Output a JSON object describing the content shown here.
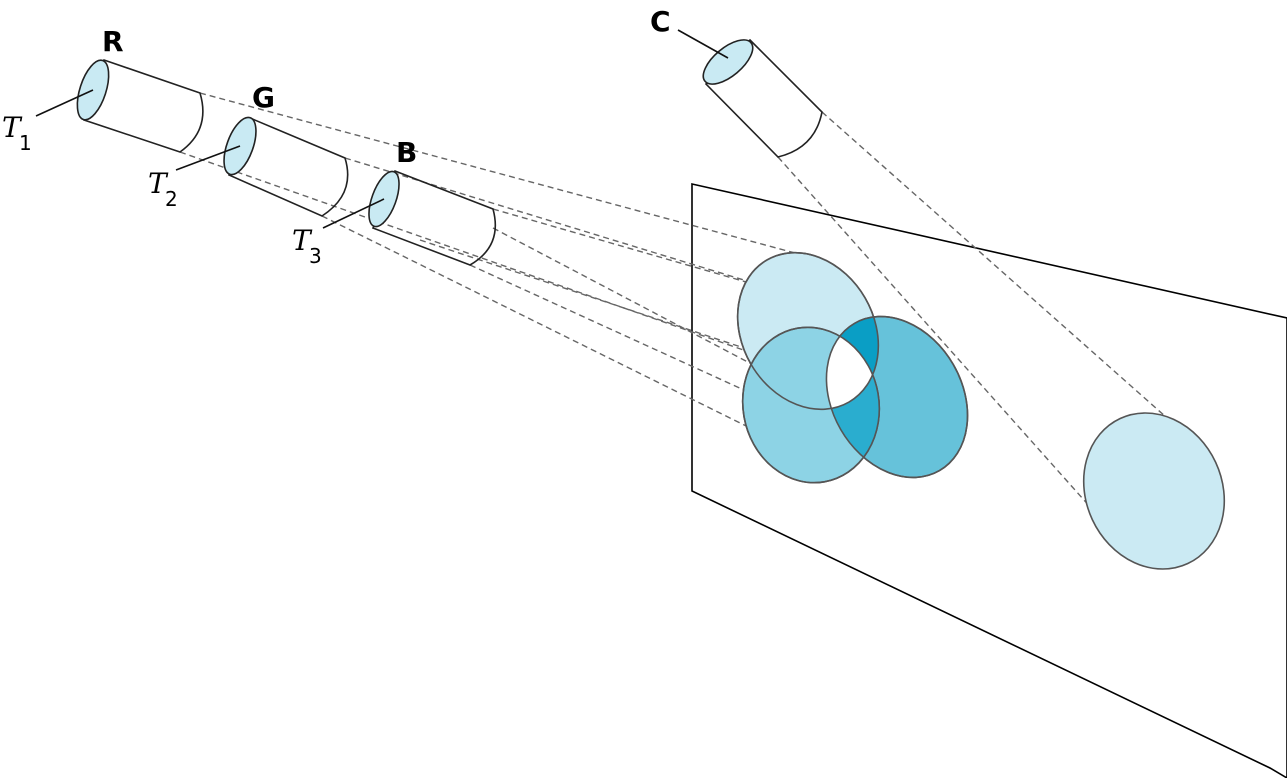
{
  "labels": {
    "red_projector": "R",
    "green_projector": "G",
    "blue_projector": "B",
    "combined_projector": "C",
    "t1": "T",
    "t1_sub": "1",
    "t2": "T",
    "t2_sub": "2",
    "t3": "T",
    "t3_sub": "3"
  },
  "colors": {
    "cylinder_fill": "#6cc6dc",
    "cylinder_face": "#c9eaf3",
    "spot_light": "#cbeaf3",
    "spot_mid": "#8dd3e5",
    "spot_strong": "#66c2da",
    "spot_overlap": "#2aadcf",
    "spot_center": "#ffffff",
    "screen_border": "#000000"
  }
}
